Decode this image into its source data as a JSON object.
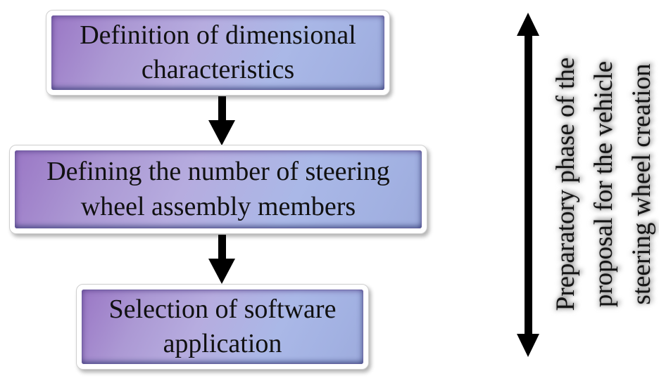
{
  "diagram": {
    "boxes": [
      {
        "label": "Definition of dimensional\ncharacteristics"
      },
      {
        "label": "Defining the number of steering\nwheel assembly members"
      },
      {
        "label": "Selection of software\napplication"
      }
    ],
    "side_label": {
      "lines": [
        "Preparatory phase of the",
        "proposal for the vehicle",
        "steering wheel creation"
      ]
    },
    "colors": {
      "box_gradient_purple": "#9a77c5",
      "box_gradient_blue": "#a4b3e3",
      "arrow": "#000000",
      "text": "#111111",
      "background": "#ffffff"
    }
  }
}
